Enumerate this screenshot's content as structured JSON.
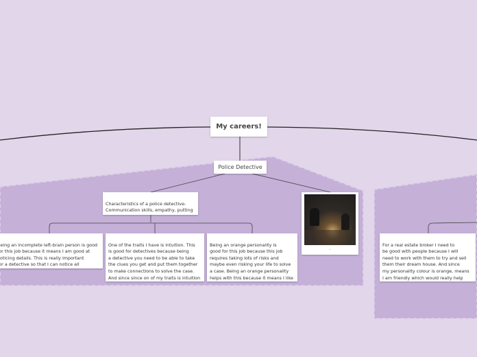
{
  "central": {
    "label": "My careers!"
  },
  "topic": {
    "label": "Police Detective"
  },
  "characteristics": {
    "text": "Characteristics of a police detective-\nCommunication skills, empathy, putting\ndetails together, risk taking, etc."
  },
  "left_brain": {
    "text": "Being an incomplete left-brain person is good\nfor this job because it means I am good at\nnoticing details. This is really important\nfor a detective so that I can notice all\nthe little clues (details) in a crime scene."
  },
  "intuition": {
    "text": "One of the traits I have is intuition. This\nis good for detectives because being\na detective you need to be able to take\nthe clues you get and put them together\nto make connections to solve the case.\nAnd since since on of my traits is intuition\nit means I am able to do those things."
  },
  "orange": {
    "text": "Being an orange personality is\ngood for this job because this job\nrequires taking lots of risks and\nmaybe even risking your life to solve\na case. Being an orange personality\nhelps with this because it means I like\nto take risks."
  },
  "image_caption": {
    "text": "."
  },
  "real_estate": {
    "text": "For a real estate broker I need to\nbe good with people because I will\nneed to work with them to try and sell\nthem their dream house. And since\nmy personality colour is orange, means\nI am friendly which would really help\nme with working with people."
  },
  "colors": {
    "background": "#e2d6ea",
    "boundary_fill": "#c5b0d8",
    "boundary_stroke": "#ddd0e8",
    "connector": "#333333"
  }
}
